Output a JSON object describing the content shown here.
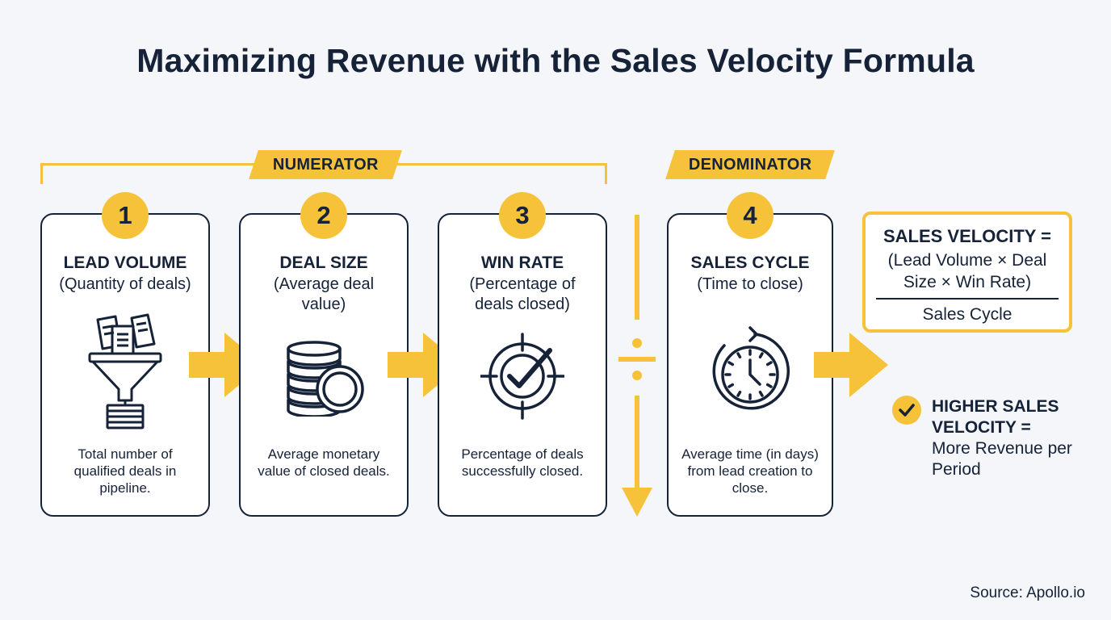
{
  "title": "Maximizing Revenue with the Sales Velocity Formula",
  "numerator_label": "NUMERATOR",
  "denominator_label": "DENOMINATOR",
  "cards": [
    {
      "number": "1",
      "title": "LEAD VOLUME",
      "subtitle": "(Quantity of deals)",
      "description": "Total number of qualified deals in pipeline.",
      "icon": "funnel-icon"
    },
    {
      "number": "2",
      "title": "DEAL SIZE",
      "subtitle": "(Average deal value)",
      "description": "Average monetary value of closed deals.",
      "icon": "coin-stack-icon"
    },
    {
      "number": "3",
      "title": "WIN RATE",
      "subtitle": "(Percentage of deals closed)",
      "description": "Percentage of deals successfully closed.",
      "icon": "target-check-icon"
    },
    {
      "number": "4",
      "title": "SALES CYCLE",
      "subtitle": "(Time to close)",
      "description": "Average time (in days) from lead creation to close.",
      "icon": "clock-icon"
    }
  ],
  "formula": {
    "heading": "SALES VELOCITY =",
    "numerator": "(Lead Volume × Deal Size × Win Rate)",
    "denominator": "Sales Cycle"
  },
  "result": {
    "heading": "HIGHER SALES VELOCITY =",
    "text": "More Revenue per Period"
  },
  "source": "Source: Apollo.io",
  "colors": {
    "accent": "#f5c23a",
    "ink": "#152238",
    "background": "#f4f6f9"
  }
}
